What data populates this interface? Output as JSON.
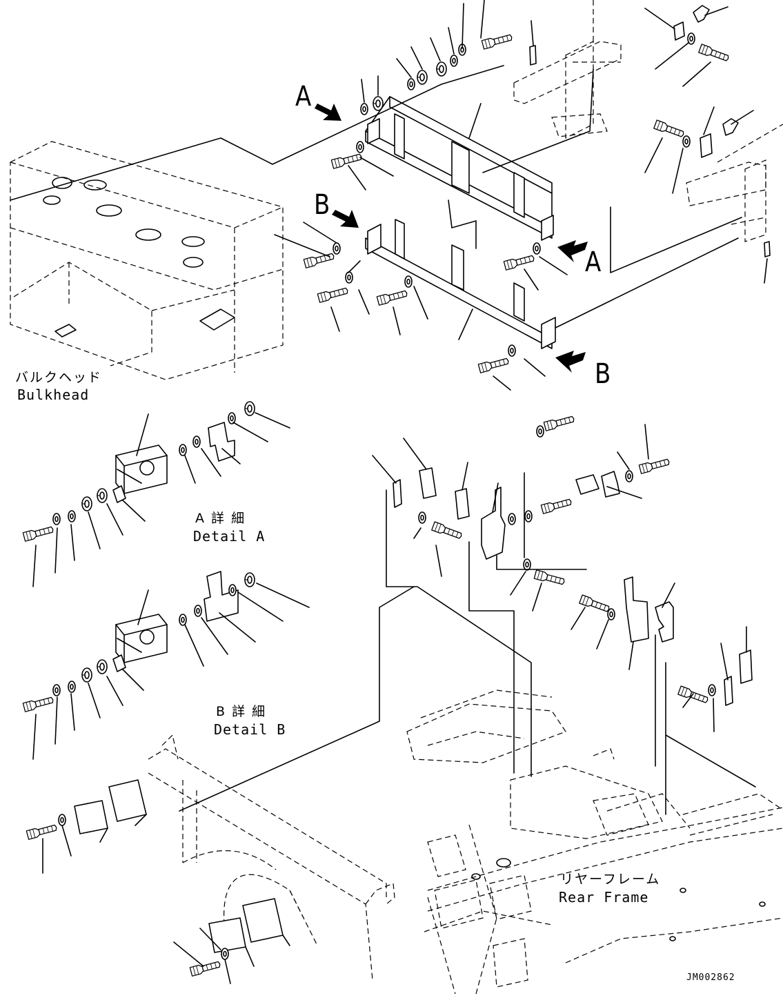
{
  "drawing": {
    "callouts": {
      "a_top": "A",
      "a_right": "A",
      "b_top": "B",
      "b_right": "B"
    },
    "labels": {
      "bulkhead_jp": "バルクヘッド",
      "bulkhead_en": "Bulkhead",
      "detail_a_jp": "A 詳 細",
      "detail_a_en": "Detail A",
      "detail_b_jp": "B 詳 細",
      "detail_b_en": "Detail B",
      "rear_frame_jp": "リヤーフレーム",
      "rear_frame_en": "Rear Frame"
    },
    "drawing_number": "JM002862"
  }
}
